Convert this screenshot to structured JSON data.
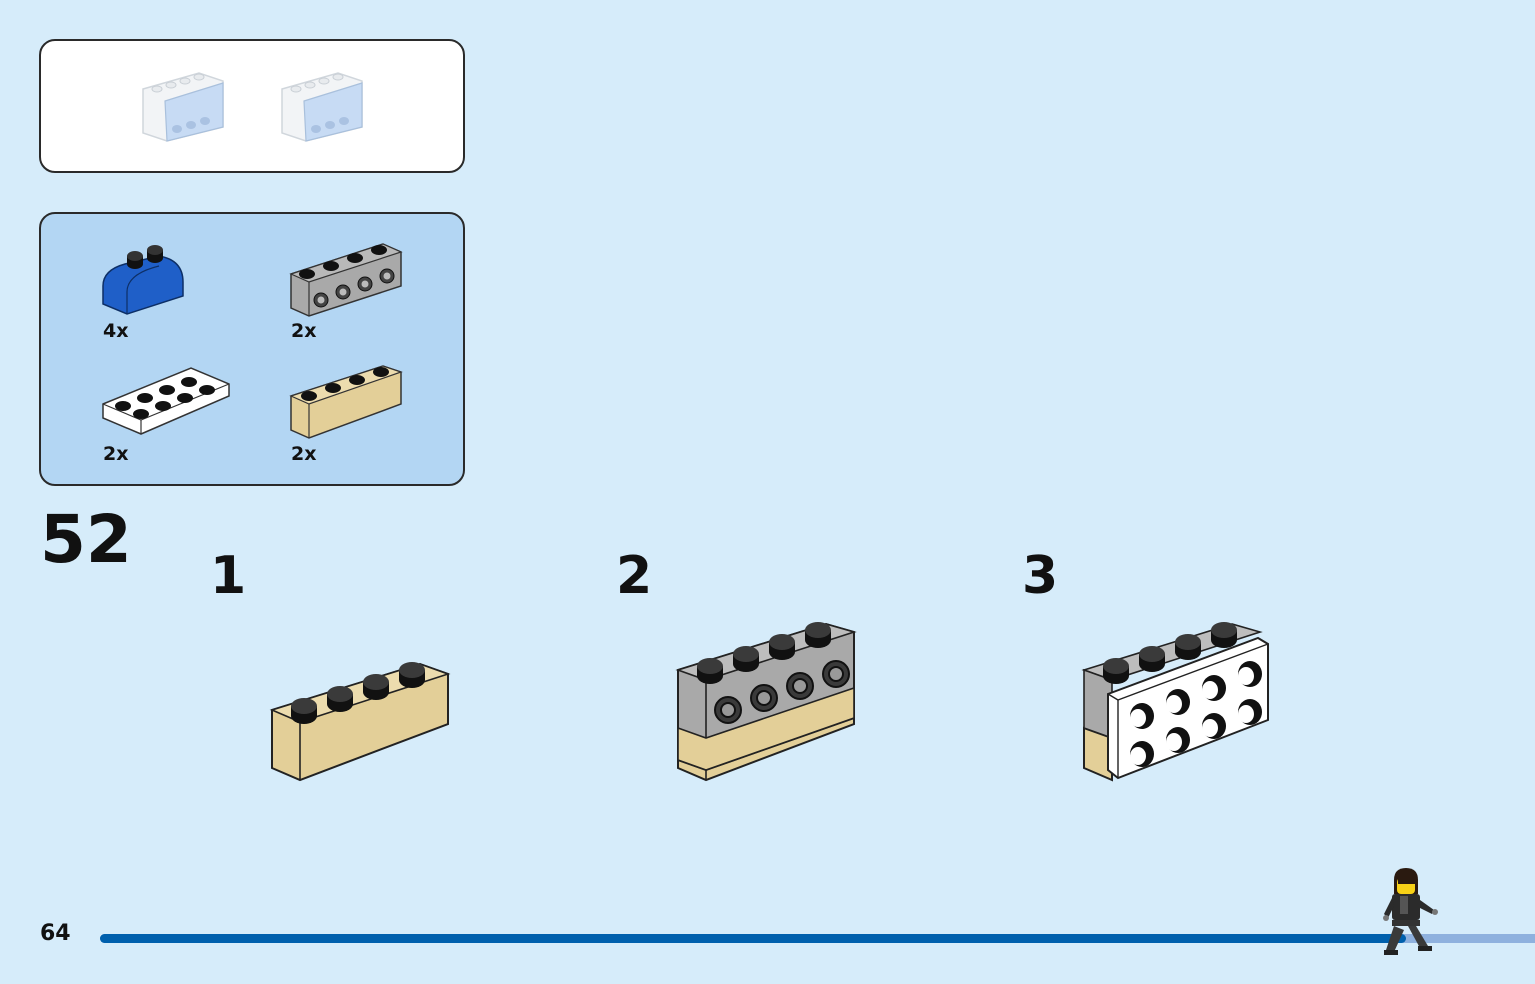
{
  "page": {
    "page_number": "64",
    "step_number": "52"
  },
  "parts_list": [
    {
      "name": "blue-curved-brick-1x2",
      "quantity": "4x",
      "color": "#1f5fc8"
    },
    {
      "name": "grey-brick-1x4-studs-on-side",
      "quantity": "2x",
      "color": "#a9a9a9"
    },
    {
      "name": "white-plate-2x4",
      "quantity": "2x",
      "color": "#ffffff"
    },
    {
      "name": "tan-brick-1x4",
      "quantity": "2x",
      "color": "#e3cf98"
    }
  ],
  "substeps": [
    {
      "number": "1"
    },
    {
      "number": "2"
    },
    {
      "number": "3"
    }
  ],
  "progress": {
    "fraction": 0.91,
    "fill_color": "#0060ad",
    "track_color": "#8fb1de"
  },
  "colors": {
    "background": "#d6ecfa",
    "parts_panel": "#b3d6f3"
  }
}
